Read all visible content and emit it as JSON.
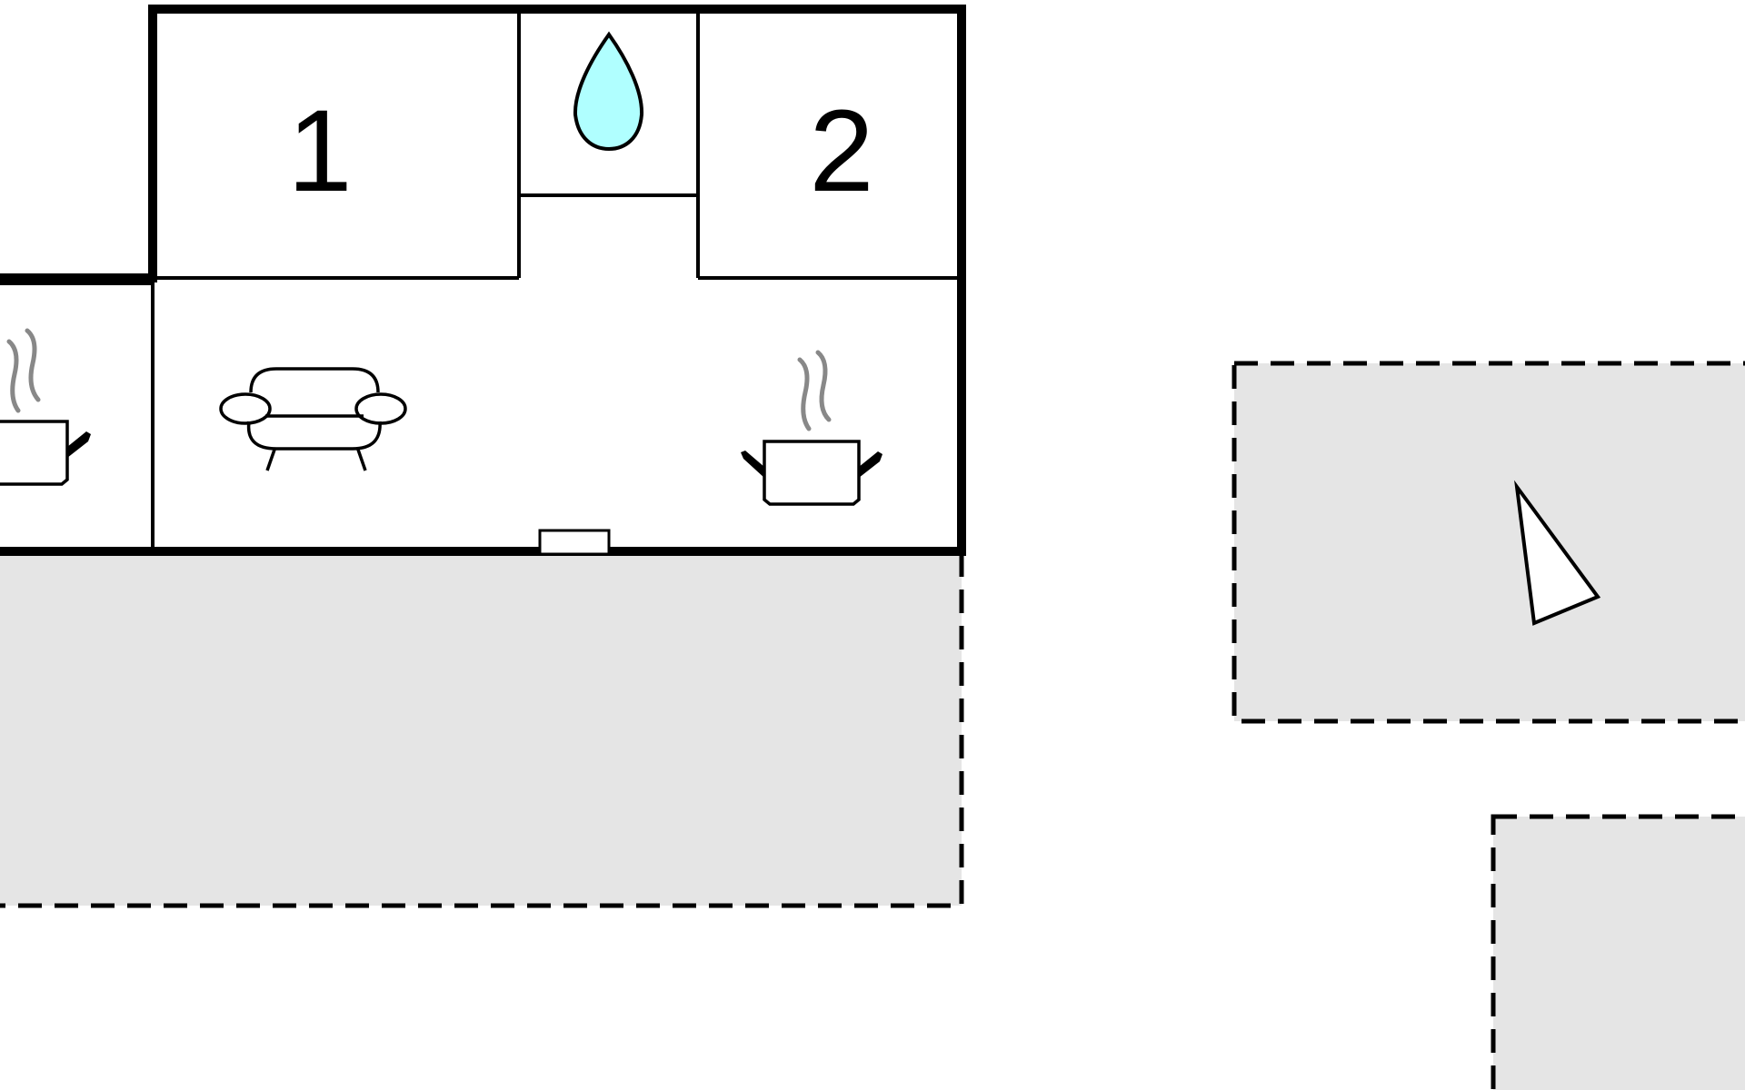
{
  "floor_plan": {
    "rooms": [
      {
        "id": "bedroom-1",
        "label": "1"
      },
      {
        "id": "bedroom-2",
        "label": "2"
      }
    ],
    "icons": [
      "water-drop-icon",
      "sofa-icon",
      "cooking-pot-icon",
      "cooking-pot-icon",
      "entrance-door-icon",
      "north-arrow-icon"
    ],
    "colors": {
      "wall": "#000000",
      "terrace_fill": "#e5e5e5",
      "water_drop": "#b0ffff",
      "steam": "#888888"
    }
  }
}
